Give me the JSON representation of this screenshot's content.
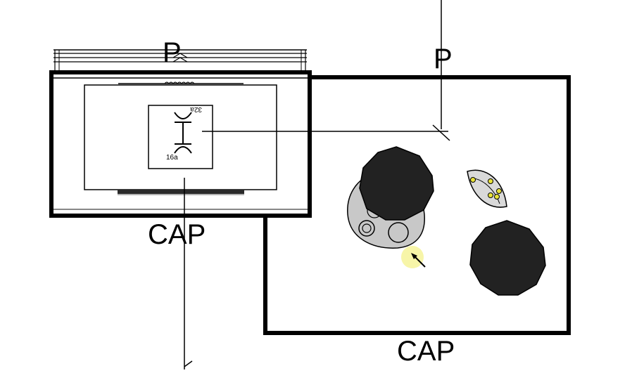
{
  "labels": {
    "p_left": "P",
    "p_right": "P",
    "cap_left": "CAP",
    "cap_right": "CAP",
    "socket_top": "32a",
    "socket_bottom": "16a"
  },
  "colors": {
    "line": "#000000",
    "hob_dark": "#222222",
    "hob_grey": "#c8c8c8",
    "leaf_fill": "#d9d9d9",
    "seed_fill": "#e8e23a",
    "cursor_highlight": "#f2f07a"
  },
  "icons": {
    "cursor": "cursor-arrow-icon",
    "socket": "electrical-socket-icon",
    "leaf": "leaf-icon"
  }
}
